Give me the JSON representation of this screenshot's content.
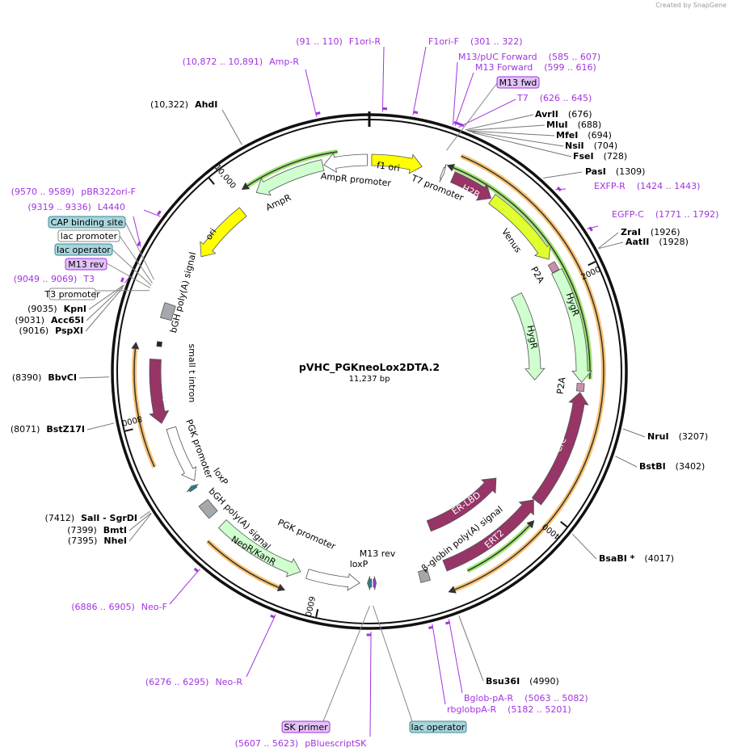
{
  "credit": "Created by SnapGene",
  "map": {
    "name": "pVHC_PGKneoLox2DTA.2",
    "length_label": "11,237 bp",
    "length": 11237
  },
  "colors": {
    "primer": "#a134e0",
    "site": "#000000",
    "purple": "#973567",
    "green": "#cfffcf",
    "yellow": "#ffff00",
    "venus": "#e1ff2e",
    "grey": "#a5a8ad",
    "orange": "#f7b85c",
    "teal": "#a8d4dc"
  },
  "ticks": [
    "2000",
    "4000",
    "6000",
    "8000",
    "10,000"
  ],
  "features": [
    {
      "name": "f1 ori",
      "start": 20,
      "end": 450,
      "strand": 1,
      "color": "#ffff00"
    },
    {
      "name": "AmpR promoter",
      "start": 10850,
      "end": 11220,
      "strand": -1,
      "color": "#ffffff"
    },
    {
      "name": "AmpR",
      "start": 10230,
      "end": 10840,
      "strand": -1,
      "color": "#cfffcf"
    },
    {
      "name": "ori",
      "start": 9500,
      "end": 10040,
      "strand": -1,
      "color": "#ffff00"
    },
    {
      "name": "T7 promoter",
      "start": 626,
      "end": 645,
      "strand": 1,
      "color": "#ffffff"
    },
    {
      "name": "H2B",
      "start": 725,
      "end": 1095,
      "strand": 1,
      "color": "#973567"
    },
    {
      "name": "Venus",
      "start": 1105,
      "end": 1810,
      "strand": 1,
      "color": "#e1ff2e"
    },
    {
      "name": "P2A",
      "start": 1850,
      "end": 1925,
      "strand": 0,
      "color": "#c890aa"
    },
    {
      "name": "HygR",
      "start": 1930,
      "end": 2900,
      "strand": 1,
      "color": "#cfffcf"
    },
    {
      "name": "HygR",
      "start": 1955,
      "end": 2900,
      "strand": 1,
      "color": "#cfffcf"
    },
    {
      "name": "P2A",
      "start": 2910,
      "end": 2975,
      "strand": 0,
      "color": "#c890aa"
    },
    {
      "name": "Cre",
      "start": 2985,
      "end": 3990,
      "strand": -1,
      "color": "#973567"
    },
    {
      "name": "ER-LBD",
      "start": 4060,
      "end": 4960,
      "strand": -1,
      "color": "#973567"
    },
    {
      "name": "ERT2",
      "start": 3995,
      "end": 4955,
      "strand": -1,
      "color": "#973567"
    },
    {
      "name": "β-globin poly(A) signal",
      "start": 5110,
      "end": 5190,
      "strand": 0,
      "color": "#a5a8ad"
    },
    {
      "name": "M13 rev",
      "start": 5560,
      "end": 5585,
      "strand": -1,
      "color": "#a134e0"
    },
    {
      "name": "loxP",
      "start": 5600,
      "end": 5635,
      "strand": 1,
      "color": "#2f7d8a"
    },
    {
      "name": "PGK promoter",
      "start": 5700,
      "end": 6150,
      "strand": -1,
      "color": "#ffffff"
    },
    {
      "name": "NeoR/KanR",
      "start": 6210,
      "end": 6990,
      "strand": -1,
      "color": "#cfffcf"
    },
    {
      "name": "bGH poly(A) signal",
      "start": 7100,
      "end": 7230,
      "strand": 0,
      "color": "#a5a8ad"
    },
    {
      "name": "loxP",
      "start": 7370,
      "end": 7405,
      "strand": 1,
      "color": "#2f7d8a"
    },
    {
      "name": "PGK promoter",
      "start": 7430,
      "end": 7930,
      "strand": -1,
      "color": "#ffffff"
    },
    {
      "name": "DTA",
      "start": 7990,
      "end": 8530,
      "strand": -1,
      "color": "#973567"
    },
    {
      "name": "small t intron",
      "start": 8640,
      "end": 8680,
      "strand": 0,
      "color": "#222222"
    },
    {
      "name": "bGH poly(A) signal",
      "start": 8880,
      "end": 9010,
      "strand": 0,
      "color": "#a5a8ad"
    }
  ],
  "arcs": [
    {
      "start": 720,
      "end": 4950,
      "strand": 1,
      "color": "#f7b85c"
    },
    {
      "start": 6330,
      "end": 6980,
      "strand": -1,
      "color": "#f7b85c"
    },
    {
      "start": 7680,
      "end": 8600,
      "strand": 1,
      "color": "#f7b85c"
    },
    {
      "start": 700,
      "end": 2870,
      "strand": -1,
      "color": "#8fe05a"
    },
    {
      "start": 4180,
      "end": 4800,
      "strand": -1,
      "color": "#8fe05a"
    },
    {
      "start": 10200,
      "end": 10980,
      "strand": -1,
      "color": "#8fe05a"
    }
  ],
  "sites": [
    {
      "name": "AhdI",
      "position": "(10,322)"
    },
    {
      "name": "AvrII",
      "position": "(676)"
    },
    {
      "name": "MluI",
      "position": "(688)"
    },
    {
      "name": "MfeI",
      "position": "(694)"
    },
    {
      "name": "NsiI",
      "position": "(704)"
    },
    {
      "name": "FseI",
      "position": "(728)"
    },
    {
      "name": "PasI",
      "position": "(1309)"
    },
    {
      "name": "ZraI",
      "position": "(1926)"
    },
    {
      "name": "AatII",
      "position": "(1928)"
    },
    {
      "name": "NruI",
      "position": "(3207)"
    },
    {
      "name": "BstBI",
      "position": "(3402)"
    },
    {
      "name": "BsaBI *",
      "position": "(4017)"
    },
    {
      "name": "Bsu36I",
      "position": "(4990)"
    },
    {
      "name": "SalI - SgrDI",
      "position": "(7412)"
    },
    {
      "name": "BmtI",
      "position": "(7399)"
    },
    {
      "name": "NheI",
      "position": "(7395)"
    },
    {
      "name": "BstZ17I",
      "position": "(8071)"
    },
    {
      "name": "BbvCI",
      "position": "(8390)"
    },
    {
      "name": "PspXI",
      "position": "(9016)"
    },
    {
      "name": "Acc65I",
      "position": "(9031)"
    },
    {
      "name": "KpnI",
      "position": "(9035)"
    }
  ],
  "primers": [
    {
      "name": "F1ori-R",
      "range": "(91 .. 110)"
    },
    {
      "name": "F1ori-F",
      "range": "(301 .. 322)"
    },
    {
      "name": "Amp-R",
      "range": "(10,872 .. 10,891)"
    },
    {
      "name": "M13/pUC Forward",
      "range": "(585 .. 607)"
    },
    {
      "name": "M13 Forward",
      "range": "(599 .. 616)"
    },
    {
      "name": "T7",
      "range": "(626 .. 645)"
    },
    {
      "name": "EXFP-R",
      "range": "(1424 .. 1443)"
    },
    {
      "name": "EGFP-C",
      "range": "(1771 .. 1792)"
    },
    {
      "name": "Bglob-pA-R",
      "range": "(5063 .. 5082)"
    },
    {
      "name": "rbglobpA-R",
      "range": "(5182 .. 5201)"
    },
    {
      "name": "pBluescriptSK",
      "range": "(5607 .. 5623)"
    },
    {
      "name": "Neo-R",
      "range": "(6276 .. 6295)"
    },
    {
      "name": "Neo-F",
      "range": "(6886 .. 6905)"
    },
    {
      "name": "T3",
      "range": "(9049 .. 9069)"
    },
    {
      "name": "L4440",
      "range": "(9319 .. 9336)"
    },
    {
      "name": "pBR322ori-F",
      "range": "(9570 .. 9589)"
    }
  ],
  "boxes": [
    {
      "name": "M13 fwd",
      "bp": 600,
      "kind": "primer"
    },
    {
      "name": "SK primer",
      "bp": 5615,
      "kind": "primer"
    },
    {
      "name": "lac operator",
      "bp": 5590,
      "kind": "teal"
    },
    {
      "name": "T3 promoter",
      "bp": 9060,
      "kind": "white"
    },
    {
      "name": "M13 rev",
      "bp": 9080,
      "kind": "primer"
    },
    {
      "name": "lac operator",
      "bp": 9100,
      "kind": "teal"
    },
    {
      "name": "lac promoter",
      "bp": 9120,
      "kind": "white"
    },
    {
      "name": "CAP binding site",
      "bp": 9150,
      "kind": "teal"
    }
  ]
}
